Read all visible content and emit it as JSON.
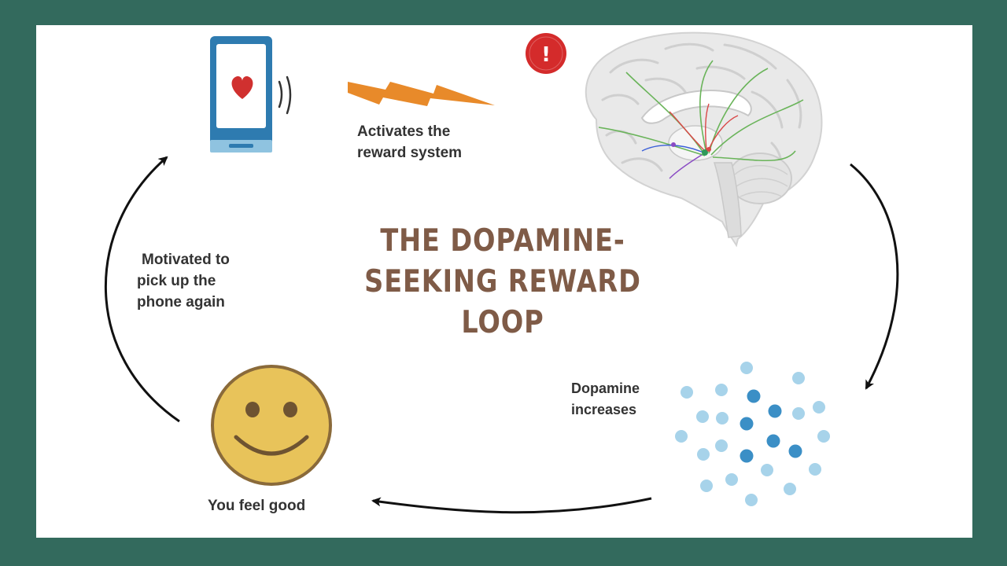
{
  "title_lines": [
    "THE DOPAMINE-",
    "SEEKING REWARD",
    "LOOP"
  ],
  "steps": {
    "activates": [
      "Activates the",
      "reward system"
    ],
    "dopamine": [
      "Dopamine",
      "increases"
    ],
    "feel_good": "You feel good",
    "motivated": [
      "Motivated to",
      "pick up the",
      "phone again"
    ]
  },
  "alert_symbol": "!",
  "icons": [
    "phone-icon",
    "heart-icon",
    "vibration-waves-icon",
    "lightning-bolt-icon",
    "alert-icon",
    "brain-illustration",
    "dopamine-molecules",
    "smiley-face-icon"
  ],
  "colors": {
    "border": "#336a5d",
    "title": "#7f5b47",
    "phone": "#2e7bb0",
    "bolt": "#e88a2a",
    "alert": "#d42b2b",
    "smiley": "#e8c35a",
    "dot_light": "#a7d3ea",
    "dot_dark": "#3b8fc6",
    "text": "#333333"
  }
}
